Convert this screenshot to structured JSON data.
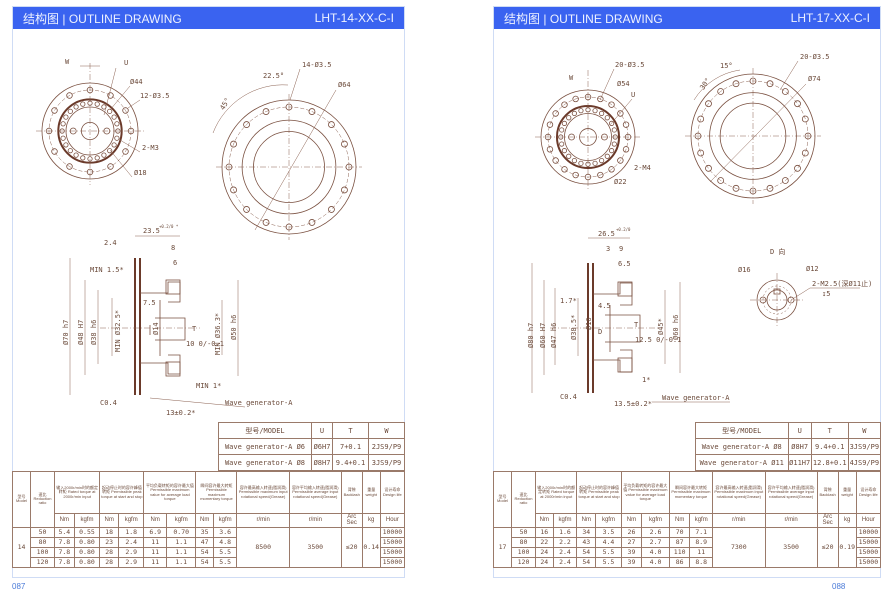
{
  "pages": [
    {
      "header": {
        "title_cn": "结构图",
        "title_en": "OUTLINE DRAWING",
        "code": "LHT-14-XX-C-I"
      },
      "page_number": "087",
      "front_labels": {
        "w": "W",
        "u": "U",
        "d1": "Ø44",
        "holes": "12-Ø3.5",
        "tap": "2-M3",
        "d2": "Ø18"
      },
      "rear_labels": {
        "angle1": "22.5°",
        "angle2": "45°",
        "holes": "14-Ø3.5",
        "dia": "Ø64"
      },
      "side_labels": {
        "len": "23.5",
        "tol": "+0.2/0 *",
        "a": "2.4",
        "b": "8",
        "c": "6",
        "min1": "MIN 1.5*",
        "d70": "Ø70 h7",
        "d48": "Ø48 H7",
        "d38": "Ø38 h6",
        "dmin": "MIN Ø32.5*",
        "e": "7.5",
        "d14": "Ø14",
        "t": "T",
        "key": "10 0/-0.1",
        "dmin2": "MIN Ø36.3*",
        "d50": "Ø50 h6",
        "min2": "MIN 1*",
        "chamfer": "C0.4",
        "wg": "Wave generator-A",
        "off": "13±0.2*"
      },
      "model_table": {
        "headers": [
          "型号/MODEL",
          "U",
          "T",
          "W"
        ],
        "rows": [
          [
            "Wave generator-A Ø6",
            "Ø6H7",
            "7+0.1",
            "2JS9/P9"
          ],
          [
            "Wave generator-A Ø8",
            "Ø8H7",
            "9.4+0.1",
            "3JS9/P9"
          ]
        ]
      },
      "spec": {
        "model": "14",
        "rows": [
          [
            "50",
            "5.4",
            "0.55",
            "18",
            "1.8",
            "6.9",
            "0.70",
            "35",
            "3.6",
            "10000"
          ],
          [
            "80",
            "7.8",
            "0.80",
            "23",
            "2.4",
            "11",
            "1.1",
            "47",
            "4.8",
            "15000"
          ],
          [
            "100",
            "7.8",
            "0.80",
            "28",
            "2.9",
            "11",
            "1.1",
            "54",
            "5.5",
            "15000"
          ],
          [
            "120",
            "7.8",
            "0.80",
            "28",
            "2.9",
            "11",
            "1.1",
            "54",
            "5.5",
            "15000"
          ]
        ],
        "max_speed": "8500",
        "avg_speed": "3500",
        "backlash": "≤20",
        "weight": "0.14"
      }
    },
    {
      "header": {
        "title_cn": "结构图",
        "title_en": "OUTLINE DRAWING",
        "code": "LHT-17-XX-C-I"
      },
      "page_number": "088",
      "front_labels": {
        "holes": "20-Ø3.5",
        "w": "W",
        "d1": "Ø54",
        "u": "U",
        "tap": "2-M4",
        "d2": "Ø22"
      },
      "rear_labels": {
        "angle1": "15°",
        "angle2": "30°",
        "holes": "20-Ø3.5",
        "dia": "Ø74"
      },
      "side_labels": {
        "len": "26.5",
        "tol": "+0.2/0",
        "a": "3",
        "b": "9",
        "c": "6.5",
        "min1": "1.7*",
        "e": "4.5",
        "d80": "Ø80 h7",
        "d60": "Ø60 H7",
        "d47": "Ø47 h6",
        "d38": "Ø38.5*",
        "d16": "Ø16",
        "dview": "D",
        "t": "T",
        "key": "12.5 0/-0.1",
        "d45": "Ø45*",
        "d60b": "Ø60 h6",
        "min2": "1*",
        "chamfer": "C0.4",
        "wg": "Wave generator-A",
        "off": "13.5±0.2*"
      },
      "d_view": {
        "title": "D 向",
        "d16": "Ø16",
        "d12": "Ø12",
        "tap": "2-M2.5(深Ø11止)",
        "depth": "↧5"
      },
      "model_table": {
        "headers": [
          "型号/MODEL",
          "U",
          "T",
          "W"
        ],
        "rows": [
          [
            "Wave generator-A Ø8",
            "Ø8H7",
            "9.4+0.1",
            "3JS9/P9"
          ],
          [
            "Wave generator-A Ø11",
            "Ø11H7",
            "12.8+0.1",
            "4JS9/P9"
          ]
        ]
      },
      "spec": {
        "model": "17",
        "rows": [
          [
            "50",
            "16",
            "1.6",
            "34",
            "3.5",
            "26",
            "2.6",
            "70",
            "7.1",
            "10000"
          ],
          [
            "80",
            "22",
            "2.2",
            "43",
            "4.4",
            "27",
            "2.7",
            "87",
            "8.9",
            "15000"
          ],
          [
            "100",
            "24",
            "2.4",
            "54",
            "5.5",
            "39",
            "4.0",
            "110",
            "11",
            "15000"
          ],
          [
            "120",
            "24",
            "2.4",
            "54",
            "5.5",
            "39",
            "4.0",
            "86",
            "8.8",
            "15000"
          ]
        ],
        "max_speed": "7300",
        "avg_speed": "3500",
        "backlash": "≤20",
        "weight": "0.19"
      }
    }
  ],
  "spec_headers": [
    "型号 Model",
    "速比 Reduction ratio",
    "输入2000r/min时的额定转矩 Rated torque at 2000r/min input",
    "起动停止时的容许峰值转矩 Permissible peak torque at start and stop",
    "平均负载转矩的容许最大值 Permissible maximum value for average load torque",
    "瞬间容许最大转矩 Permissible maximum momentary torque",
    "容许最高输入转速(脂润滑) Permissible maximum input rotational speed(Grease)",
    "容许平均输入转速(脂润滑) Permissible average input rotational speed(Grease)",
    "背隙 Backlash",
    "重量 weight",
    "设计寿命 Design life"
  ],
  "spec_units": [
    "Nm",
    "kgfm",
    "Nm",
    "kgfm",
    "Nm",
    "kgfm",
    "Nm",
    "kgfm",
    "r/min",
    "r/min",
    "Arc Sec",
    "kg",
    "Hour"
  ]
}
